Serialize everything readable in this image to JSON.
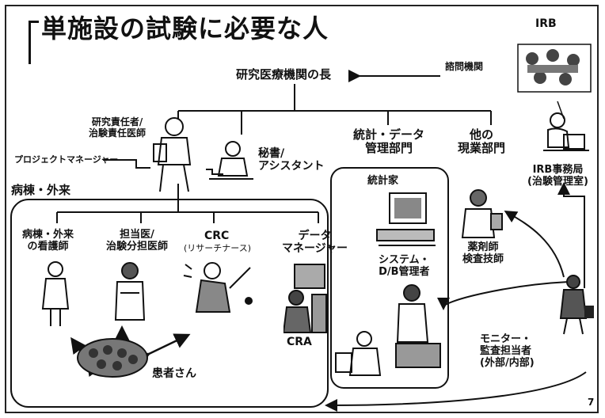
{
  "title": "単施設の試験に必要な人",
  "page_number": "7",
  "nodes": {
    "irb": "IRB",
    "advisory": "諮問機関",
    "head": "研究医療機関の長",
    "pi": "研究責任者/\n治験責任医師",
    "pm": "プロジェクトマネージャー",
    "secretary": "秘書/\nアシスタント",
    "stats_dept": "統計・データ\n管理部門",
    "other_dept": "他の\n現業部門",
    "irb_office": "IRB事務局\n(治験管理室)",
    "ward_label": "病棟・外来",
    "ward_nurse": "病棟・外来\nの看護師",
    "sub_doctor": "担当医/\n治験分担医師",
    "crc": "CRC",
    "crc_sub": "(リサーチナース)",
    "data_manager": "データ\nマネージャー",
    "statistician": "統計家",
    "system_admin": "システム・\nD/B管理者",
    "pharmacist": "薬剤師\n検査技師",
    "cra": "CRA",
    "patient": "患者さん",
    "monitor": "モニター・\n監査担当者\n(外部/内部)"
  }
}
